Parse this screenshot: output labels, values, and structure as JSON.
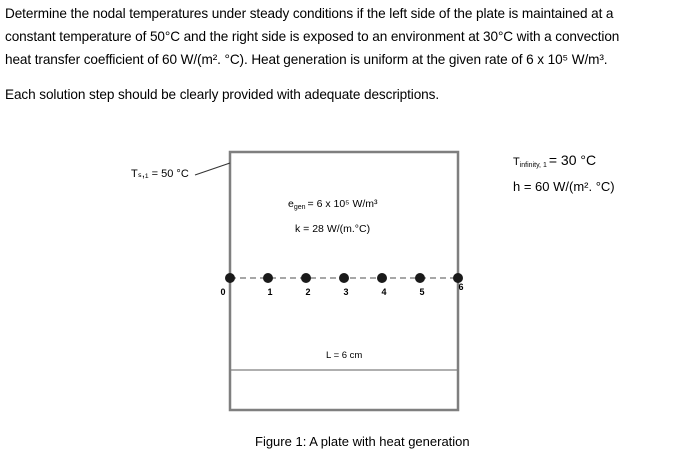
{
  "question": {
    "lines": [
      "Determine the nodal temperatures under steady conditions if the left side of the plate is maintained at a",
      "constant temperature of 50°C and the right side is exposed to an environment at  30°C with a convection",
      "heat transfer coefficient of 60 W/(m². °C). Heat generation is uniform at the given rate of 6 x 10⁵ W/m³."
    ],
    "instruction": "Each solution step should be clearly provided with adequate descriptions."
  },
  "figure": {
    "left_boundary_label": "Tₛ,₁ = 50 °C",
    "infinity_label_main": "T",
    "infinity_label_sub": "infinity, 1",
    "infinity_label_value": "= 30 °C",
    "h_label": "h = 60 W/(m². °C)",
    "egen_prefix": "e",
    "egen_sub": "gen",
    "egen_value": "=  6 x 10⁵  W/m³",
    "k_label": "k = 28  W/(m.°C)",
    "length_label": "L = 6 cm",
    "caption": "Figure 1: A plate with heat generation",
    "nodes": [
      "0",
      "1",
      "2",
      "3",
      "4",
      "5",
      "6"
    ],
    "colors": {
      "plate_border": "#7f7f7f",
      "node": "#1a1a1a",
      "node_line": "#8a8a8a",
      "text": "#000000"
    }
  }
}
